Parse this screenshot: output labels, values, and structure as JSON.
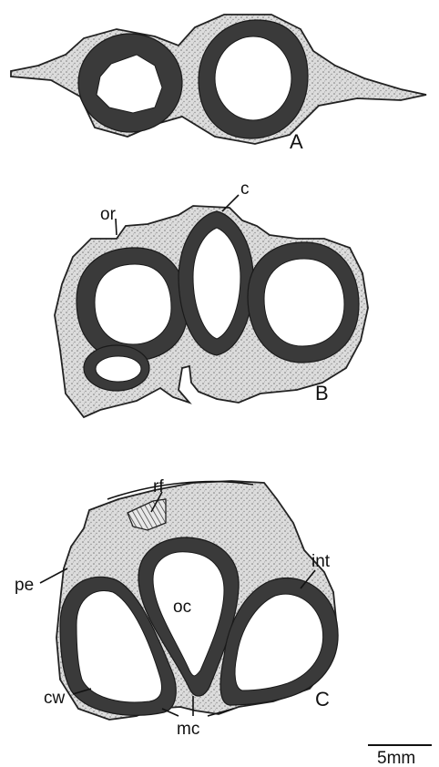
{
  "panels": {
    "a": {
      "letter": "A"
    },
    "b": {
      "letter": "B",
      "labels": {
        "or": "or",
        "c": "c"
      }
    },
    "c": {
      "letter": "C",
      "labels": {
        "rf": "rf",
        "pe": "pe",
        "oc": "oc",
        "int": "int",
        "cw": "cw",
        "mc": "mc"
      }
    }
  },
  "scale_bar": {
    "label": "5mm"
  }
}
